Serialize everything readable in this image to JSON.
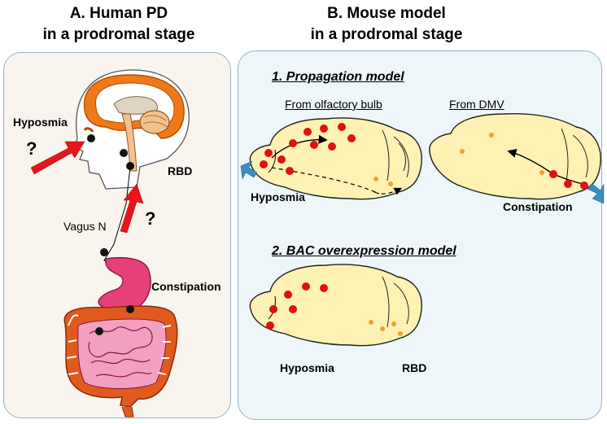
{
  "left": {
    "title_line1": "A. Human PD",
    "title_line2": "in a prodromal stage",
    "labels": {
      "hyposmia": "Hyposmia",
      "rbd": "RBD",
      "vagus": "Vagus N",
      "constipation": "Constipation",
      "question": "?"
    }
  },
  "right": {
    "title_line1": "B. Mouse model",
    "title_line2": "in a prodromal stage",
    "section1": "1. Propagation model",
    "sub1": "From olfactory bulb",
    "sub2": "From DMV",
    "hyposmia": "Hyposmia",
    "constipation": "Constipation",
    "section2": "2. BAC overexpression model",
    "hyposmia2": "Hyposmia",
    "rbd2": "RBD"
  },
  "colors": {
    "panel_left": "#f9f5ee",
    "panel_right": "#eef6f9",
    "brain_fill": "#fdf2b4",
    "red_dot": "#e01010",
    "orange_dot": "#f0a030",
    "arrow_red": "#e8141c",
    "arrow_blue": "#3a8dc0",
    "brain_orange": "#f07a18",
    "gut_orange": "#e05a20",
    "stomach_pink": "#e5407a"
  }
}
